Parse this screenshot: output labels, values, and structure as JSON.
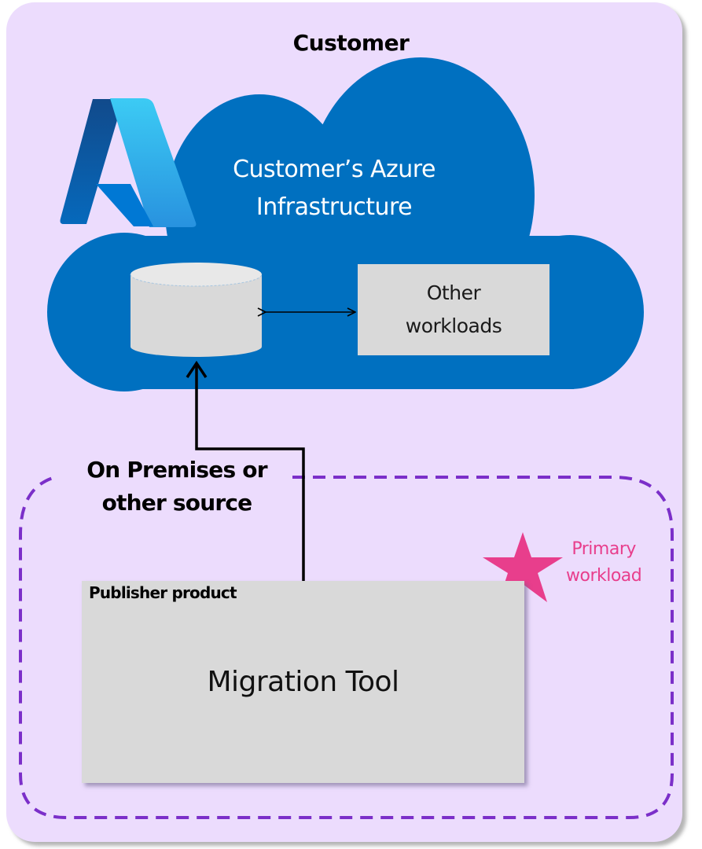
{
  "diagram": {
    "title": "Customer",
    "cloud": {
      "title_line1": "Customer’s Azure",
      "title_line2": "Infrastructure",
      "logo": "azure-logo-icon",
      "database": "database-icon",
      "other_workloads_line1": "Other",
      "other_workloads_line2": "workloads"
    },
    "source": {
      "label_line1": "On Premises or",
      "label_line2": "other source"
    },
    "publisher": {
      "label": "Publisher product",
      "tool": "Migration Tool"
    },
    "marker": {
      "icon": "star-icon",
      "label_line1": "Primary",
      "label_line2": "workload"
    },
    "colors": {
      "background": "#ecdcfd",
      "cloud": "#0070c0",
      "box": "#d9d9d9",
      "dashed_border": "#7b2fc9",
      "star": "#e83e8c"
    }
  }
}
